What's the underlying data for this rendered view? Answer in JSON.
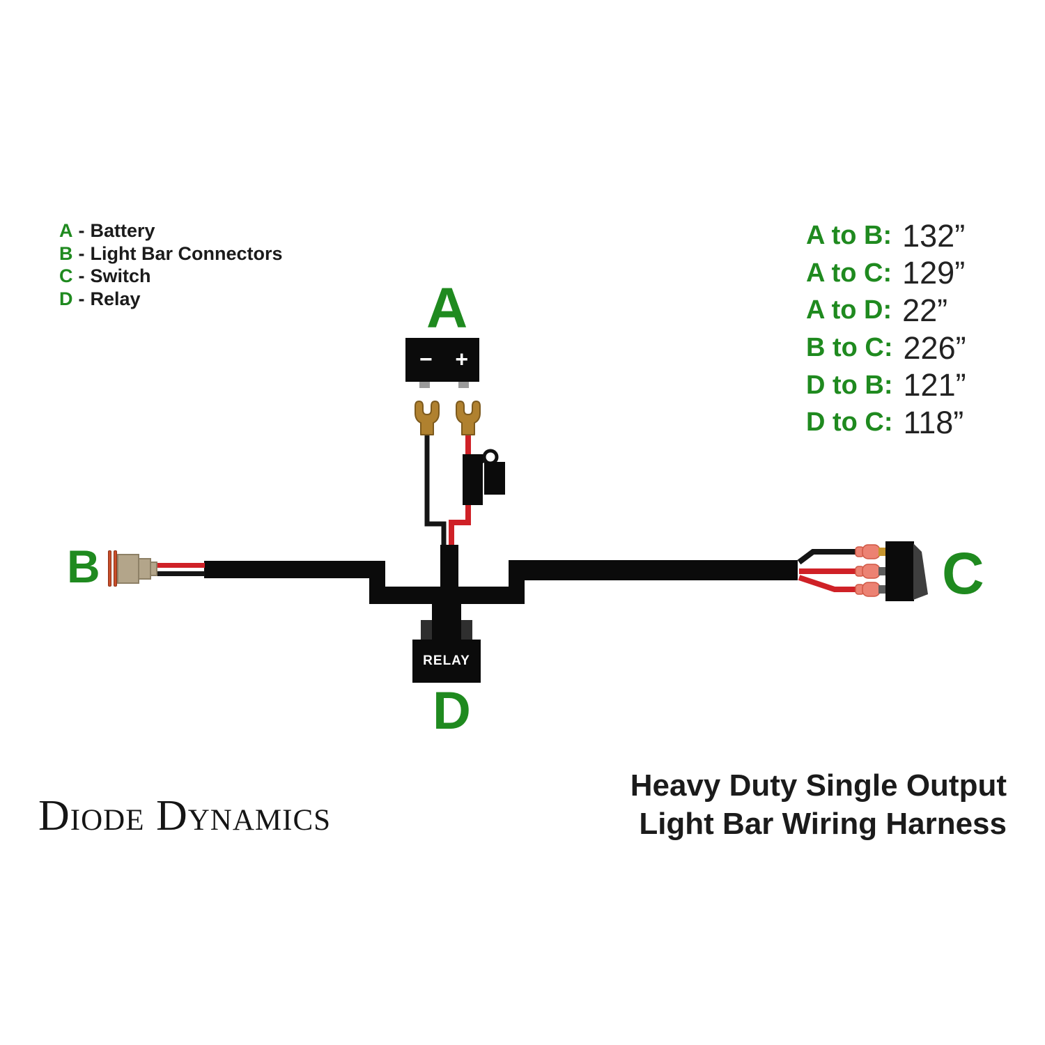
{
  "legend": {
    "separator": "-",
    "items": [
      {
        "letter": "A",
        "name": "Battery"
      },
      {
        "letter": "B",
        "name": "Light Bar Connectors"
      },
      {
        "letter": "C",
        "name": "Switch"
      },
      {
        "letter": "D",
        "name": "Relay"
      }
    ]
  },
  "measurements": {
    "items": [
      {
        "label": "A to B:",
        "value": "132”"
      },
      {
        "label": "A to C:",
        "value": "129”"
      },
      {
        "label": "A to D:",
        "value": "22”"
      },
      {
        "label": "B to C:",
        "value": "226”"
      },
      {
        "label": "D to B:",
        "value": "121”"
      },
      {
        "label": "D to C:",
        "value": "118”"
      }
    ]
  },
  "diagram": {
    "point_labels": {
      "battery": "A",
      "light_bar_connector": "B",
      "switch": "C",
      "relay": "D"
    },
    "battery": {
      "negative": "−",
      "positive": "+"
    },
    "relay_box_label": "RELAY"
  },
  "footer": {
    "brand": "Diode Dynamics",
    "title_line1": "Heavy Duty Single Output",
    "title_line2": "Light Bar Wiring Harness"
  },
  "colors": {
    "accent_green": "#1f8a1f",
    "wire_red": "#cf2127",
    "wire_black": "#151515",
    "terminal_salmon": "#ec8273",
    "connector_tan": "#b3a58a",
    "connector_orange": "#c84e2a",
    "fork_gold": "#b0812f",
    "relay_gray": "#2f2f2f"
  }
}
